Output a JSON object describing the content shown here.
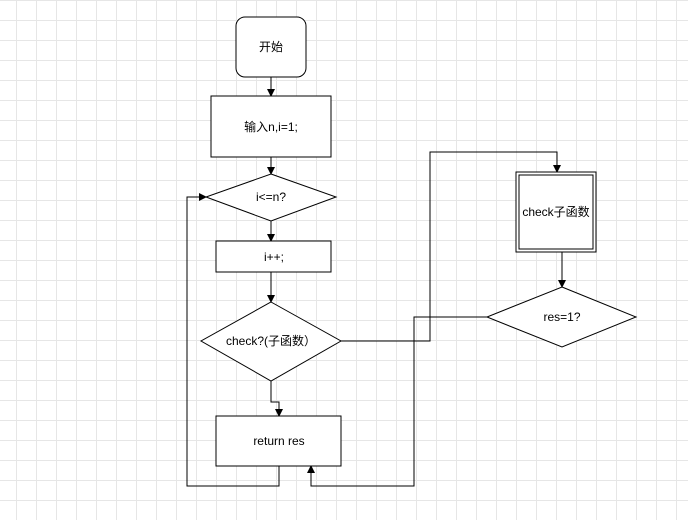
{
  "diagram": {
    "nodes": {
      "start": "开始",
      "input": "输入n,i=1;",
      "cond_i": "i<=n?",
      "incr": "i++;",
      "check_call": "check?(子函数）",
      "ret": "return  res",
      "sub": "check子函数",
      "res_cond": "res=1?"
    },
    "edges": [
      {
        "from": "start",
        "to": "input"
      },
      {
        "from": "input",
        "to": "cond_i"
      },
      {
        "from": "cond_i",
        "to": "incr"
      },
      {
        "from": "incr",
        "to": "check_call"
      },
      {
        "from": "check_call",
        "to": "ret"
      },
      {
        "from": "ret",
        "to": "cond_i"
      },
      {
        "from": "check_call",
        "to": "sub"
      },
      {
        "from": "sub",
        "to": "res_cond"
      },
      {
        "from": "res_cond",
        "to": "ret"
      }
    ]
  }
}
